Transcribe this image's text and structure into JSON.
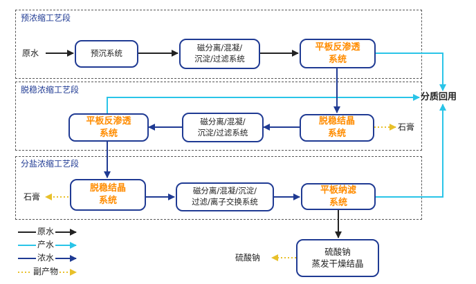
{
  "colors": {
    "raw_water": "#222222",
    "product_water": "#29c4e8",
    "concentrate": "#1f3a93",
    "byproduct": "#e8c02a",
    "highlight_text": "#ff8c00",
    "box_border": "#1f3a93"
  },
  "sections": {
    "pre_concentration": "预浓缩工艺段",
    "desalting_concentration": "脱稳浓缩工艺段",
    "salt_separation_concentration": "分盐浓缩工艺段"
  },
  "nodes": {
    "pre_sedimentation": "预沉系统",
    "magnetic_separation_1": "磁分离/混凝/\n沉淀/过滤系统",
    "flat_ro_1": "平板反渗透\n系统",
    "desalting_crystallization_1": "脱稳结晶\n系统",
    "magnetic_separation_2": "磁分离/混凝/\n沉淀/过滤系统",
    "flat_ro_2": "平板反渗透\n系统",
    "desalting_crystallization_2": "脱稳结晶\n系统",
    "magnetic_separation_3": "磁分离/混凝/沉淀/\n过滤/离子交换系统",
    "flat_nf": "平板纳滤\n系统",
    "sodium_sulfate_drying": "硫酸钠\n蒸发干燥结晶"
  },
  "labels": {
    "raw_water_in": "原水",
    "graded_reuse": "分质回用",
    "gypsum_1": "石膏",
    "gypsum_2": "石膏",
    "sodium_sulfate": "硫酸钠"
  },
  "legend": [
    {
      "label": "原水",
      "color": "#222222",
      "dotted": false
    },
    {
      "label": "产水",
      "color": "#29c4e8",
      "dotted": false
    },
    {
      "label": "浓水",
      "color": "#1f3a93",
      "dotted": false
    },
    {
      "label": "副产物",
      "color": "#e8c02a",
      "dotted": true
    }
  ]
}
